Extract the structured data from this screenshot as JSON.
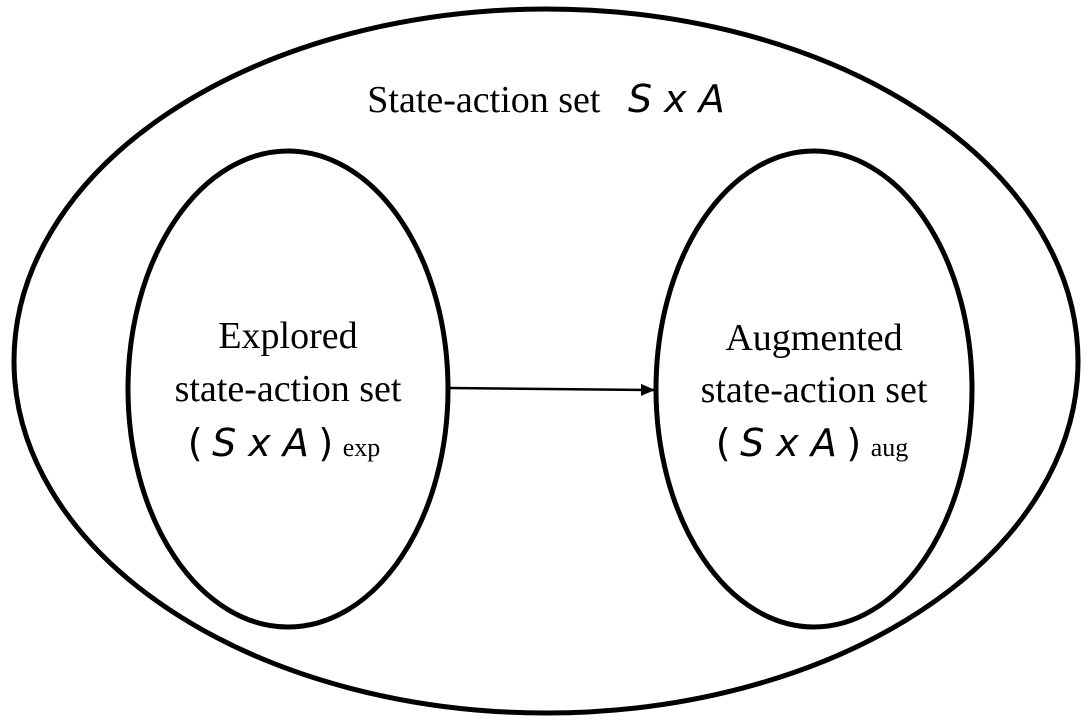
{
  "diagram": {
    "outer_set": {
      "title": "State-action set",
      "symbol": "S x A"
    },
    "explored_set": {
      "line1": "Explored",
      "line2": "state-action set",
      "open_paren": "(",
      "symbol": "S x A",
      "close_paren": ")",
      "subscript": "exp"
    },
    "augmented_set": {
      "line1": "Augmented",
      "line2": "state-action set",
      "open_paren": "(",
      "symbol": "S x A",
      "close_paren": ")",
      "subscript": "aug"
    },
    "stroke_color": "#000000",
    "background_color": "#ffffff"
  }
}
